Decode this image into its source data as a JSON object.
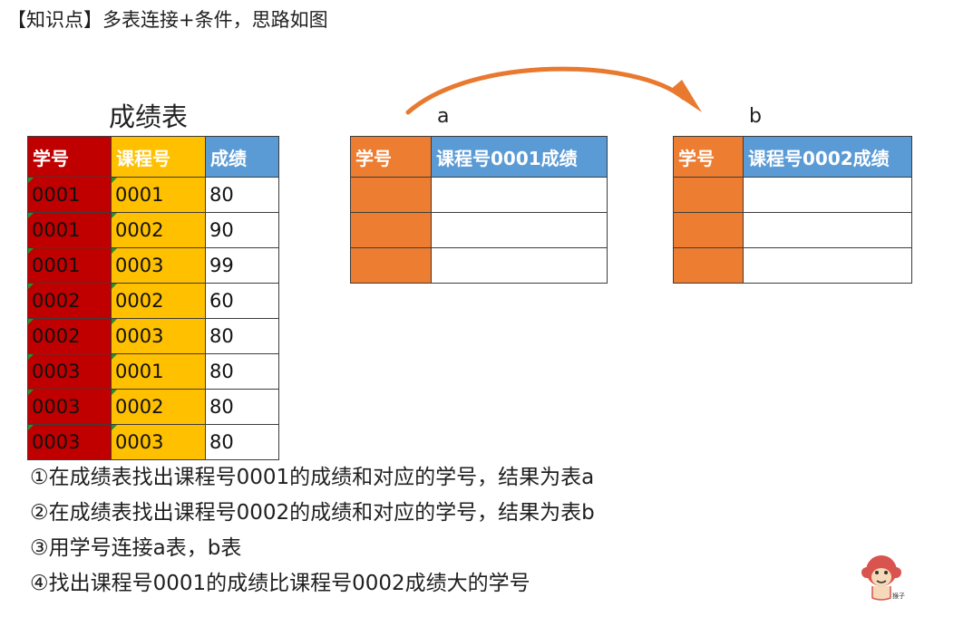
{
  "heading": "【知识点】多表连接+条件，思路如图",
  "score_table": {
    "caption": "成绩表",
    "headers": [
      "学号",
      "课程号",
      "成绩"
    ],
    "rows": [
      [
        "0001",
        "0001",
        "80"
      ],
      [
        "0001",
        "0002",
        "90"
      ],
      [
        "0001",
        "0003",
        "99"
      ],
      [
        "0002",
        "0002",
        "60"
      ],
      [
        "0002",
        "0003",
        "80"
      ],
      [
        "0003",
        "0001",
        "80"
      ],
      [
        "0003",
        "0002",
        "80"
      ],
      [
        "0003",
        "0003",
        "80"
      ]
    ]
  },
  "table_a": {
    "label": "a",
    "headers": [
      "学号",
      "课程号0001成绩"
    ],
    "empty_rows": 3
  },
  "table_b": {
    "label": "b",
    "headers": [
      "学号",
      "课程号0002成绩"
    ],
    "empty_rows": 3
  },
  "steps": [
    "①在成绩表找出课程号0001的成绩和对应的学号，结果为表a",
    "②在成绩表找出课程号0002的成绩和对应的学号，结果为表b",
    "③用学号连接a表，b表",
    "④找出课程号0001的成绩比课程号0002成绩大的学号"
  ],
  "mascot": {
    "name": "monkey-mascot",
    "caption": "猴子"
  },
  "colors": {
    "student_id_column": "#c00000",
    "course_id_column": "#ffc000",
    "score_column": "#5b9bd5",
    "result_header_and_id_cells": "#ed7d31",
    "arrow": "#e8792f"
  }
}
